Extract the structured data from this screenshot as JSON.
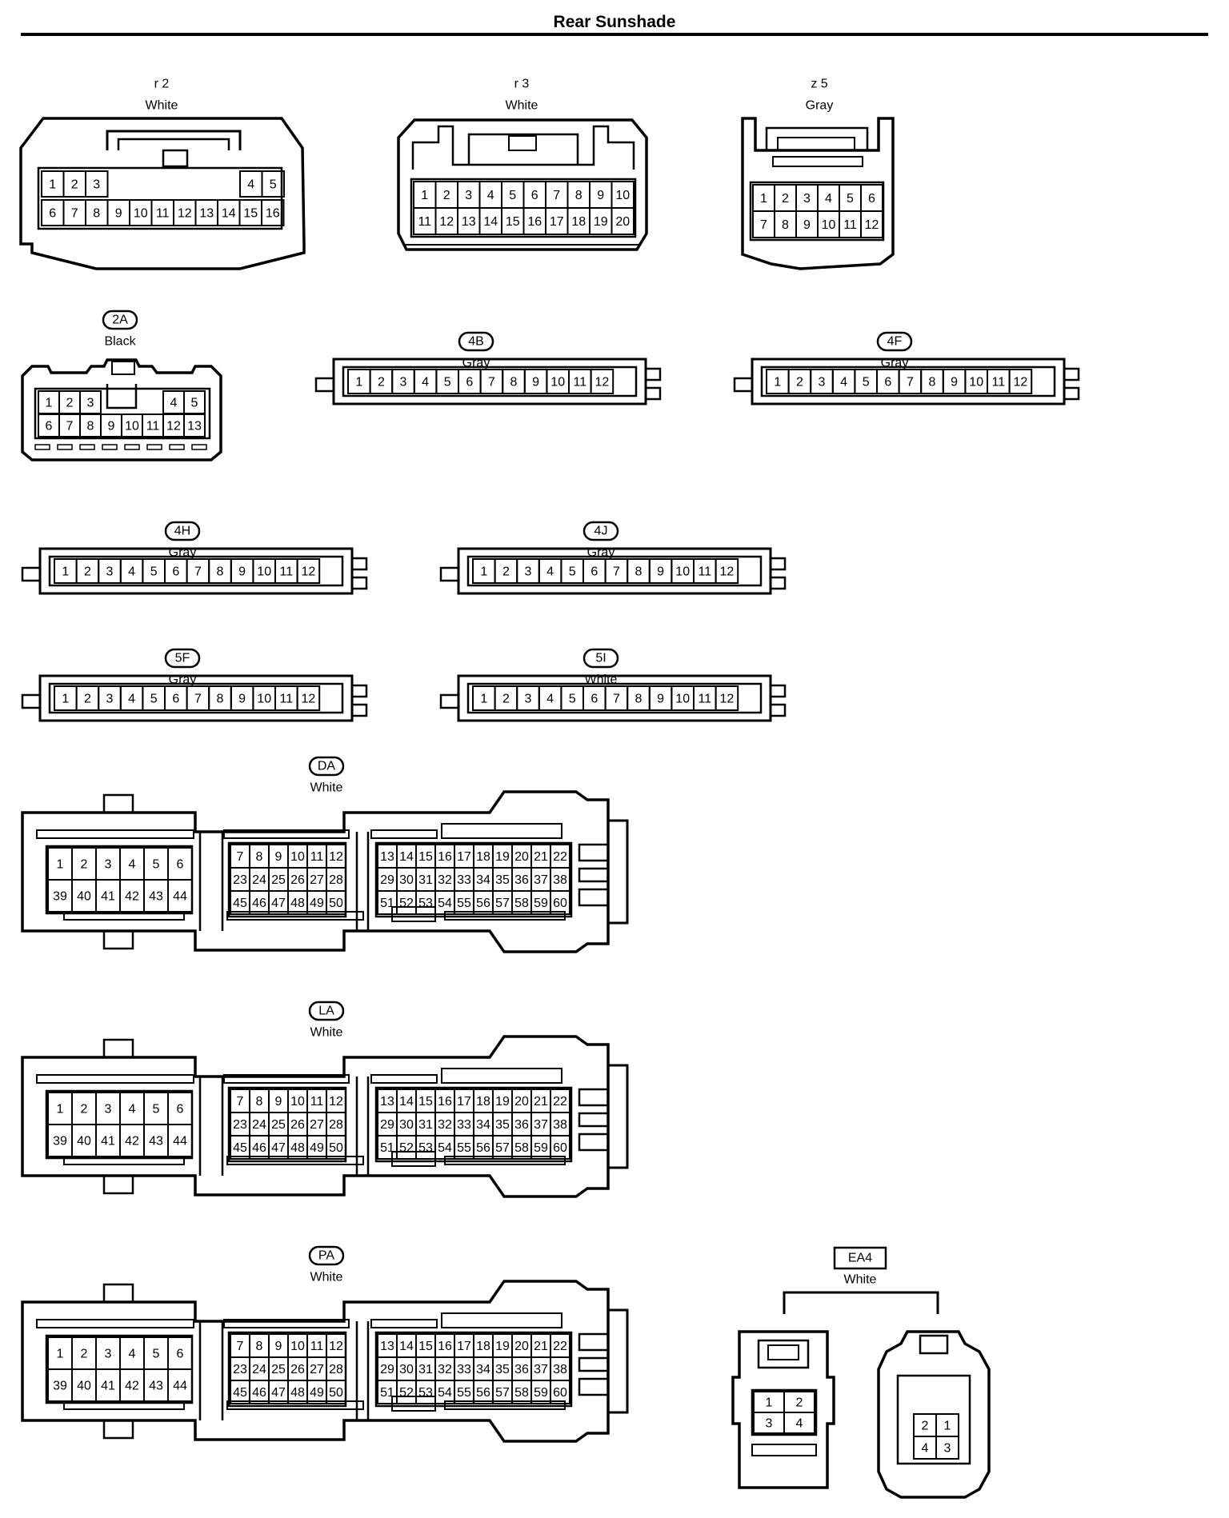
{
  "title": "Rear Sunshade",
  "connectors": {
    "r2": {
      "code": "r 2",
      "color": "White",
      "rows": [
        [
          "1",
          "2",
          "3",
          "4",
          "5"
        ],
        [
          "6",
          "7",
          "8",
          "9",
          "10",
          "11",
          "12",
          "13",
          "14",
          "15",
          "16"
        ]
      ]
    },
    "r3": {
      "code": "r 3",
      "color": "White",
      "rows": [
        [
          "1",
          "2",
          "3",
          "4",
          "5",
          "6",
          "7",
          "8",
          "9",
          "10"
        ],
        [
          "11",
          "12",
          "13",
          "14",
          "15",
          "16",
          "17",
          "18",
          "19",
          "20"
        ]
      ]
    },
    "z5": {
      "code": "z 5",
      "color": "Gray",
      "rows": [
        [
          "1",
          "2",
          "3",
          "4",
          "5",
          "6"
        ],
        [
          "7",
          "8",
          "9",
          "10",
          "11",
          "12"
        ]
      ]
    },
    "c2A": {
      "code": "2A",
      "color": "Black",
      "rows": [
        [
          "1",
          "2",
          "3",
          "4",
          "5"
        ],
        [
          "6",
          "7",
          "8",
          "9",
          "10",
          "11",
          "12",
          "13"
        ]
      ]
    },
    "c4B": {
      "code": "4B",
      "color": "Gray",
      "pins": [
        "1",
        "2",
        "3",
        "4",
        "5",
        "6",
        "7",
        "8",
        "9",
        "10",
        "11",
        "12"
      ]
    },
    "c4F": {
      "code": "4F",
      "color": "Gray",
      "pins": [
        "1",
        "2",
        "3",
        "4",
        "5",
        "6",
        "7",
        "8",
        "9",
        "10",
        "11",
        "12"
      ]
    },
    "c4H": {
      "code": "4H",
      "color": "Gray",
      "pins": [
        "1",
        "2",
        "3",
        "4",
        "5",
        "6",
        "7",
        "8",
        "9",
        "10",
        "11",
        "12"
      ]
    },
    "c4J": {
      "code": "4J",
      "color": "Gray",
      "pins": [
        "1",
        "2",
        "3",
        "4",
        "5",
        "6",
        "7",
        "8",
        "9",
        "10",
        "11",
        "12"
      ]
    },
    "c5F": {
      "code": "5F",
      "color": "Gray",
      "pins": [
        "1",
        "2",
        "3",
        "4",
        "5",
        "6",
        "7",
        "8",
        "9",
        "10",
        "11",
        "12"
      ]
    },
    "c5I": {
      "code": "5I",
      "color": "White",
      "pins": [
        "1",
        "2",
        "3",
        "4",
        "5",
        "6",
        "7",
        "8",
        "9",
        "10",
        "11",
        "12"
      ]
    },
    "DA": {
      "code": "DA",
      "color": "White"
    },
    "LA": {
      "code": "LA",
      "color": "White"
    },
    "PA": {
      "code": "PA",
      "color": "White"
    },
    "EA4": {
      "code": "EA4",
      "color": "White",
      "male_pins": [
        [
          "1",
          "2"
        ],
        [
          "3",
          "4"
        ]
      ],
      "female_pins": [
        [
          "2",
          "1"
        ],
        [
          "4",
          "3"
        ]
      ]
    }
  },
  "large_connector_pins": {
    "left": [
      [
        "1",
        "2",
        "3",
        "4",
        "5",
        "6"
      ],
      [
        "39",
        "40",
        "41",
        "42",
        "43",
        "44"
      ]
    ],
    "middle": [
      [
        "7",
        "8",
        "9",
        "10",
        "11",
        "12"
      ],
      [
        "23",
        "24",
        "25",
        "26",
        "27",
        "28"
      ],
      [
        "45",
        "46",
        "47",
        "48",
        "49",
        "50"
      ]
    ],
    "right": [
      [
        "13",
        "14",
        "15",
        "16",
        "17",
        "18",
        "19",
        "20",
        "21",
        "22"
      ],
      [
        "29",
        "30",
        "31",
        "32",
        "33",
        "34",
        "35",
        "36",
        "37",
        "38"
      ],
      [
        "51",
        "52",
        "53",
        "54",
        "55",
        "56",
        "57",
        "58",
        "59",
        "60"
      ]
    ]
  }
}
